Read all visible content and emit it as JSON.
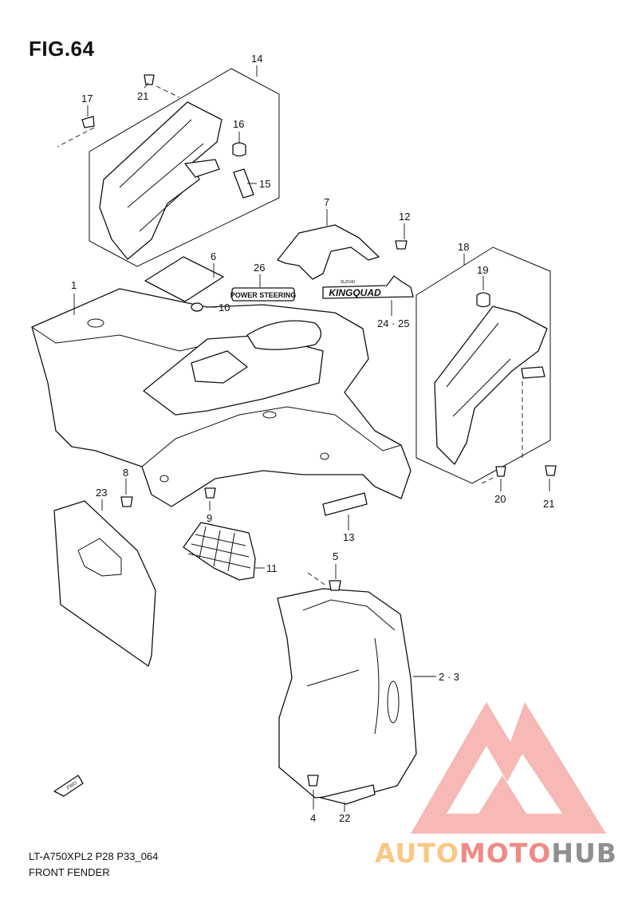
{
  "figure": {
    "title": "FIG.64"
  },
  "callouts": [
    {
      "id": "c1",
      "text": "1"
    },
    {
      "id": "c23",
      "text": "2 · 3"
    },
    {
      "id": "c4",
      "text": "4"
    },
    {
      "id": "c5",
      "text": "5"
    },
    {
      "id": "c6",
      "text": "6"
    },
    {
      "id": "c7",
      "text": "7"
    },
    {
      "id": "c8",
      "text": "8"
    },
    {
      "id": "c9",
      "text": "9"
    },
    {
      "id": "c10",
      "text": "10"
    },
    {
      "id": "c11",
      "text": "11"
    },
    {
      "id": "c12",
      "text": "12"
    },
    {
      "id": "c13",
      "text": "13"
    },
    {
      "id": "c14",
      "text": "14"
    },
    {
      "id": "c15",
      "text": "15"
    },
    {
      "id": "c16",
      "text": "16"
    },
    {
      "id": "c17",
      "text": "17"
    },
    {
      "id": "c18",
      "text": "18"
    },
    {
      "id": "c19",
      "text": "19"
    },
    {
      "id": "c20",
      "text": "20"
    },
    {
      "id": "c21a",
      "text": "21"
    },
    {
      "id": "c21b",
      "text": "21"
    },
    {
      "id": "c22",
      "text": "22"
    },
    {
      "id": "c2425",
      "text": "24 · 25"
    },
    {
      "id": "c26",
      "text": "26"
    }
  ],
  "decals": {
    "power_steering": "POWER STEERING",
    "kingquad": "KINGQUAD",
    "kingquad_small": "SUZUKI",
    "fwd": "FWD"
  },
  "footer": {
    "model_code": "LT-A750XPL2 P28 P33_064",
    "section_name": "FRONT FENDER"
  },
  "watermark": {
    "brand_part1": "AUTO",
    "brand_part2": "MOTO",
    "brand_part3": "HUB",
    "color_light": "#f9c886",
    "color_mid": "#f08a85",
    "color_dark": "#8f8f8f"
  }
}
